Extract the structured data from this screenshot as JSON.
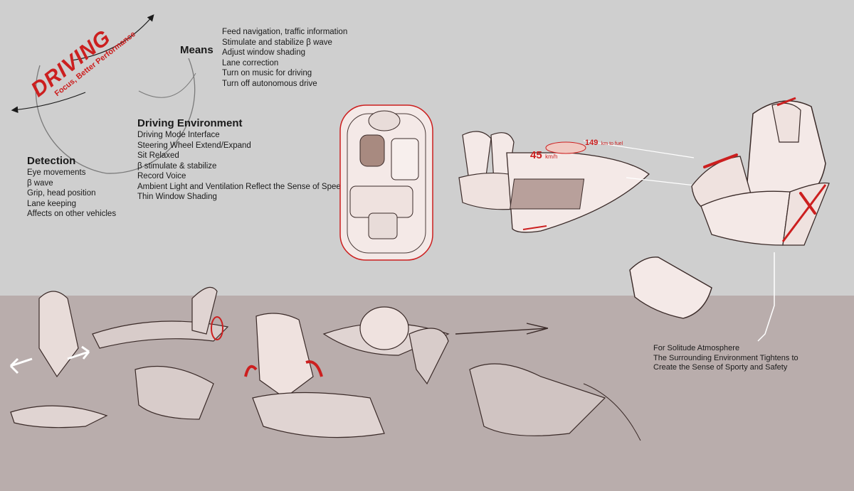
{
  "driving_diagram": {
    "title": "DRIVING",
    "subtitle": "Focus, Better Performance"
  },
  "means": {
    "heading": "Means",
    "items": [
      "Feed navigation, traffic information",
      "Stimulate and stabilize β wave",
      "Adjust window shading",
      "Lane correction",
      "Turn on music for driving",
      "Turn off autonomous drive"
    ]
  },
  "driving_environment": {
    "heading": "Driving Environment",
    "items": [
      "Driving Mode Interface",
      "Steering Wheel Extend/Expand",
      "Sit Relaxed",
      "β stimulate & stabilize",
      "Record Voice",
      "Ambient Light and Ventilation Reflect the Sense of Speed",
      "Thin Window Shading"
    ]
  },
  "detection": {
    "heading": "Detection",
    "items": [
      "Eye movements",
      "β wave",
      "Grip, head position",
      "Lane keeping",
      "Affects on other vehicles"
    ]
  },
  "dashboard": {
    "speed_value": "45",
    "speed_unit": "km/h",
    "fuel_value": "149",
    "fuel_unit": "km to fuel"
  },
  "solitude_note": {
    "lines": [
      "For Solitude Atmosphere",
      "The Surrounding Environment Tightens to",
      "Create the Sense of Sporty and Safety"
    ]
  },
  "colors": {
    "accent_red": "#cc1f1f",
    "sketch_stroke": "#3a2a28",
    "seat_fill": "#efe2df",
    "background": "#cfcfcf",
    "band": "#b9adac"
  }
}
